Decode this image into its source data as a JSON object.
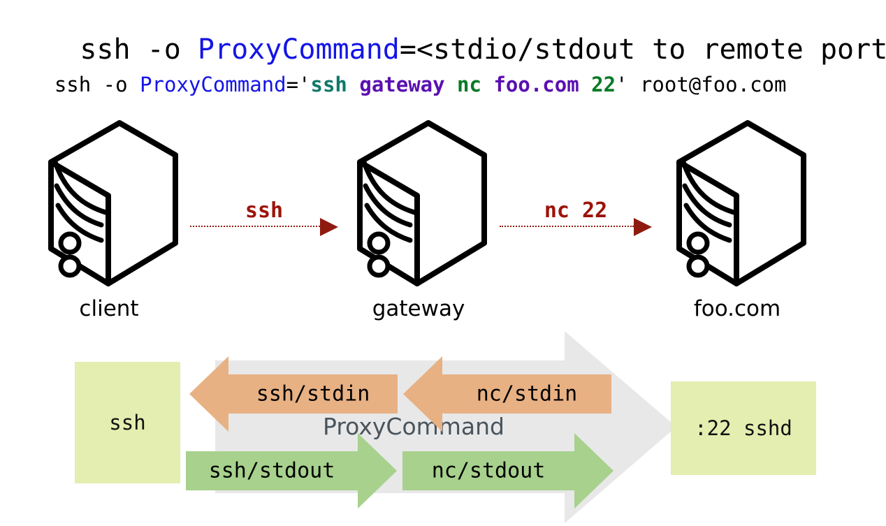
{
  "title_line": {
    "segments": [
      {
        "text": "ssh -o ",
        "color": "#000000"
      },
      {
        "text": "ProxyCommand",
        "color": "#1414e6"
      },
      {
        "text": "=<stdio/stdout to remote port> ...",
        "color": "#000000"
      }
    ],
    "plain": "ssh -o ProxyCommand=<stdio/stdout to remote port> ..."
  },
  "example_line": {
    "segments": [
      {
        "text": "ssh -o ",
        "color": "#000000"
      },
      {
        "text": "ProxyCommand",
        "color": "#1414e6"
      },
      {
        "text": "='",
        "color": "#000000"
      },
      {
        "text": "ssh",
        "color": "#11776b"
      },
      {
        "text": " ",
        "color": "#000000"
      },
      {
        "text": "gateway",
        "color": "#5b10b0"
      },
      {
        "text": " ",
        "color": "#000000"
      },
      {
        "text": "nc",
        "color": "#067a26"
      },
      {
        "text": " ",
        "color": "#000000"
      },
      {
        "text": "foo.com",
        "color": "#5b10b0"
      },
      {
        "text": " ",
        "color": "#000000"
      },
      {
        "text": "22",
        "color": "#067a26"
      },
      {
        "text": "' root@foo.com",
        "color": "#000000"
      }
    ],
    "plain": "ssh -o ProxyCommand='ssh gateway nc foo.com 22' root@foo.com"
  },
  "hosts": [
    {
      "id": "client",
      "label": "client",
      "icon": "server-tower-icon"
    },
    {
      "id": "gateway",
      "label": "gateway",
      "icon": "server-tower-icon"
    },
    {
      "id": "foo",
      "label": "foo.com",
      "icon": "server-tower-icon"
    }
  ],
  "connections": [
    {
      "id": "client-to-gateway",
      "label": "ssh",
      "from": "client",
      "to": "gateway",
      "color": "#9c1309"
    },
    {
      "id": "gateway-to-foo",
      "label": "nc 22",
      "from": "gateway",
      "to": "foo",
      "color": "#9c1309"
    }
  ],
  "pipeline": {
    "proxycommand_label": "ProxyCommand",
    "proxycommand_color": "#4a545c",
    "channel_color": "#e8e8e8",
    "left_process": "ssh",
    "right_process": ":22 sshd",
    "process_box_color": "#e3eeb0",
    "stdin_color": "#e8b183",
    "stdout_color": "#a7d18d",
    "streams": [
      {
        "id": "ssh-stdin",
        "label": "ssh/stdin",
        "direction": "left",
        "kind": "stdin"
      },
      {
        "id": "nc-stdin",
        "label": "nc/stdin",
        "direction": "left",
        "kind": "stdin"
      },
      {
        "id": "ssh-stdout",
        "label": "ssh/stdout",
        "direction": "right",
        "kind": "stdout"
      },
      {
        "id": "nc-stdout",
        "label": "nc/stdout",
        "direction": "right",
        "kind": "stdout"
      }
    ]
  }
}
